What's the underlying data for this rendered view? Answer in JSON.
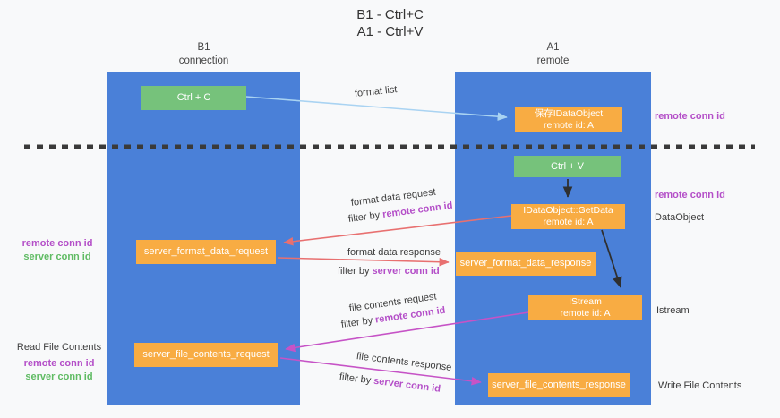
{
  "title": {
    "line1": "B1 - Ctrl+C",
    "line2": "A1 - Ctrl+V"
  },
  "lanes": {
    "left": {
      "name": "B1",
      "role": "connection"
    },
    "right": {
      "name": "A1",
      "role": "remote"
    }
  },
  "nodes": {
    "ctrl_c": {
      "label": "Ctrl + C"
    },
    "ctrl_v": {
      "label": "Ctrl + V"
    },
    "save_dataobject": {
      "line1": "保存IDataObject",
      "line2": "remote id: A"
    },
    "getdata": {
      "line1": "IDataObject::GetData",
      "line2": "remote id: A"
    },
    "istream": {
      "line1": "IStream",
      "line2": "remote id: A"
    },
    "format_request": {
      "label": "server_format_data_request"
    },
    "format_response": {
      "label": "server_format_data_response"
    },
    "file_request": {
      "label": "server_file_contents_request"
    },
    "file_response": {
      "label": "server_file_contents_response"
    }
  },
  "edge_labels": {
    "format_list": "format list",
    "format_request": {
      "title": "format data request",
      "filter_prefix": "filter by ",
      "filter_key": "remote conn id"
    },
    "format_response": {
      "title": "format data response",
      "filter_prefix": "filter by ",
      "filter_key": "server conn id"
    },
    "file_request": {
      "title": "file contents request",
      "filter_prefix": "filter by ",
      "filter_key": "remote conn id"
    },
    "file_response": {
      "title": "file contents response",
      "filter_prefix": "filter by ",
      "filter_key": "server conn id"
    }
  },
  "side_labels": {
    "left_format": {
      "remote": "remote conn id",
      "server": "server conn id"
    },
    "left_file": {
      "title": "Read File Contents",
      "remote": "remote conn id",
      "server": "server conn id"
    },
    "right_top": {
      "remote": "remote conn id"
    },
    "right_dataobject": {
      "remote": "remote conn id",
      "title": "DataObject"
    },
    "right_istream": {
      "title": "Istream"
    },
    "right_write": {
      "title": "Write File Contents"
    }
  },
  "colors": {
    "lane_blue": "#4A80D8",
    "node_orange": "#F8AC43",
    "node_green": "#76C27B",
    "arrow_red": "#E87070",
    "arrow_magenta": "#C653C6",
    "arrow_blue": "#A9D3F2",
    "arrow_black": "#2F2F2F",
    "text_purple": "#B44FC8",
    "text_green": "#5FBB63",
    "text_dark": "#3C3C3C",
    "background": "#F8F9FA"
  }
}
